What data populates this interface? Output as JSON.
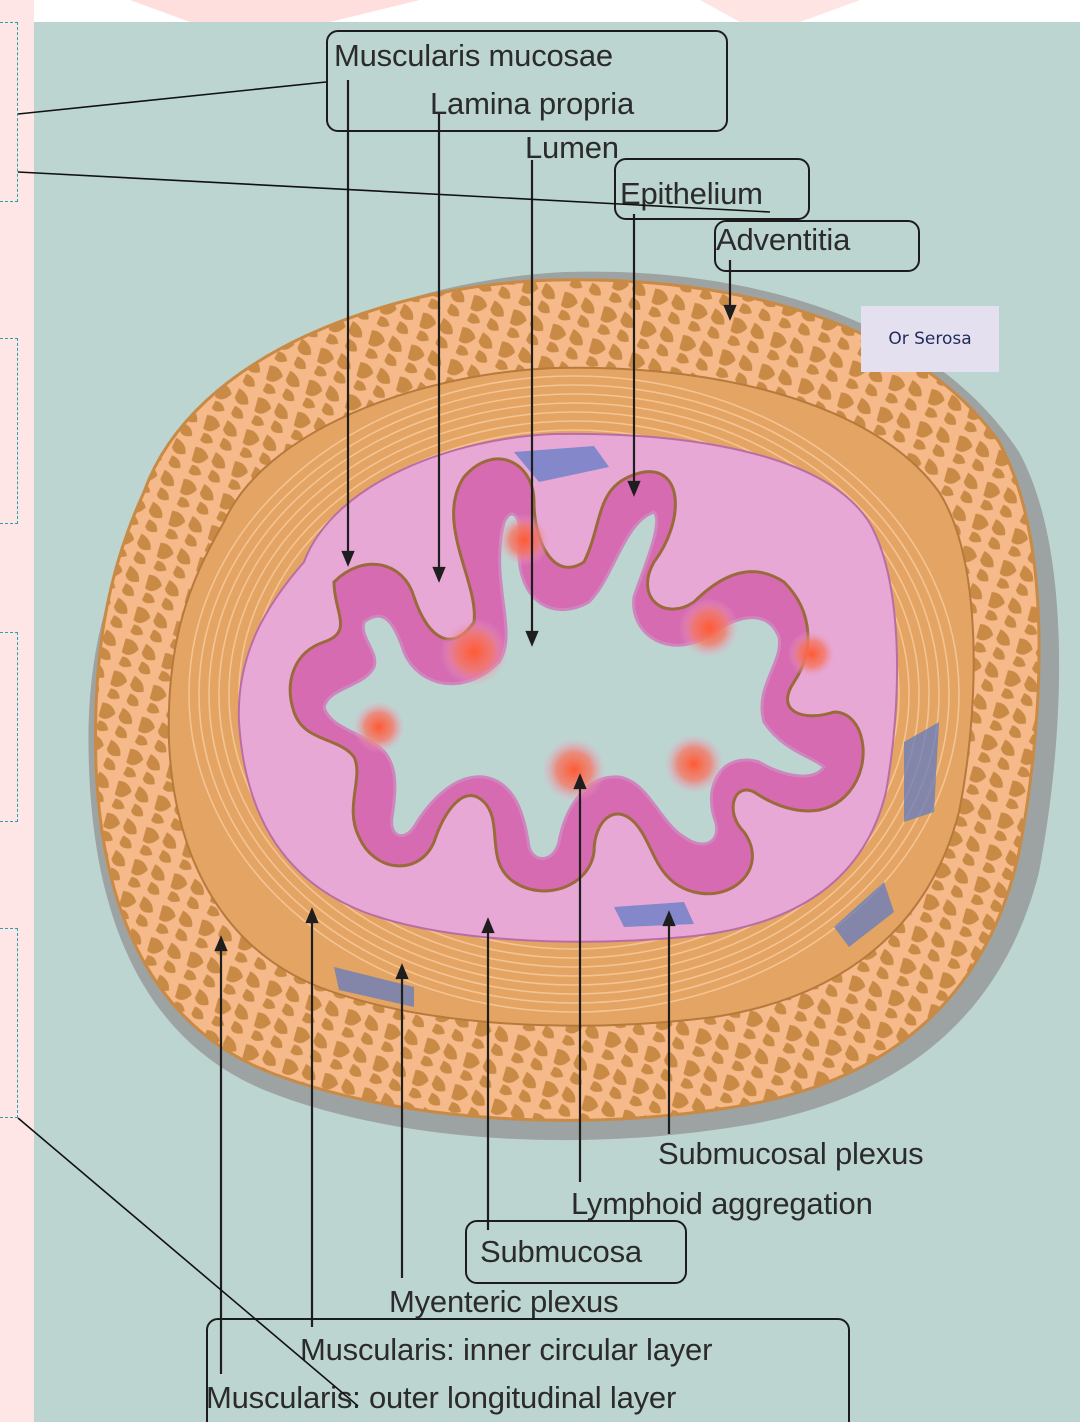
{
  "labels": {
    "muscularis_mucosae": "Muscularis mucosae",
    "lamina_propria": "Lamina propria",
    "lumen": "Lumen",
    "epithelium": "Epithelium",
    "adventitia": "Adventitia",
    "serosa_note": "Or Serosa",
    "submucosal_plexus": "Submucosal plexus",
    "lymphoid_aggregation": "Lymphoid aggregation",
    "submucosa": "Submucosa",
    "myenteric_plexus": "Myenteric plexus",
    "muscularis_inner": "Muscularis: inner circular layer",
    "muscularis_outer": "Muscularis: outer longitudinal layer"
  },
  "colors": {
    "panel_background": "#bdd5d0",
    "outer_layer": "#f5b98a",
    "outer_layer_cells": "#c98a45",
    "circular_layer": "#e3a464",
    "mucosa": "#e7a8d6",
    "epithelium": "#d66bb1",
    "muscularis_mucosae_line": "#9a6a3a",
    "lymphoid": "#f26b4a",
    "plexus": "#5a79c4",
    "slide_accent": "#ff3b3b",
    "bracket": "#2aa0a8"
  }
}
